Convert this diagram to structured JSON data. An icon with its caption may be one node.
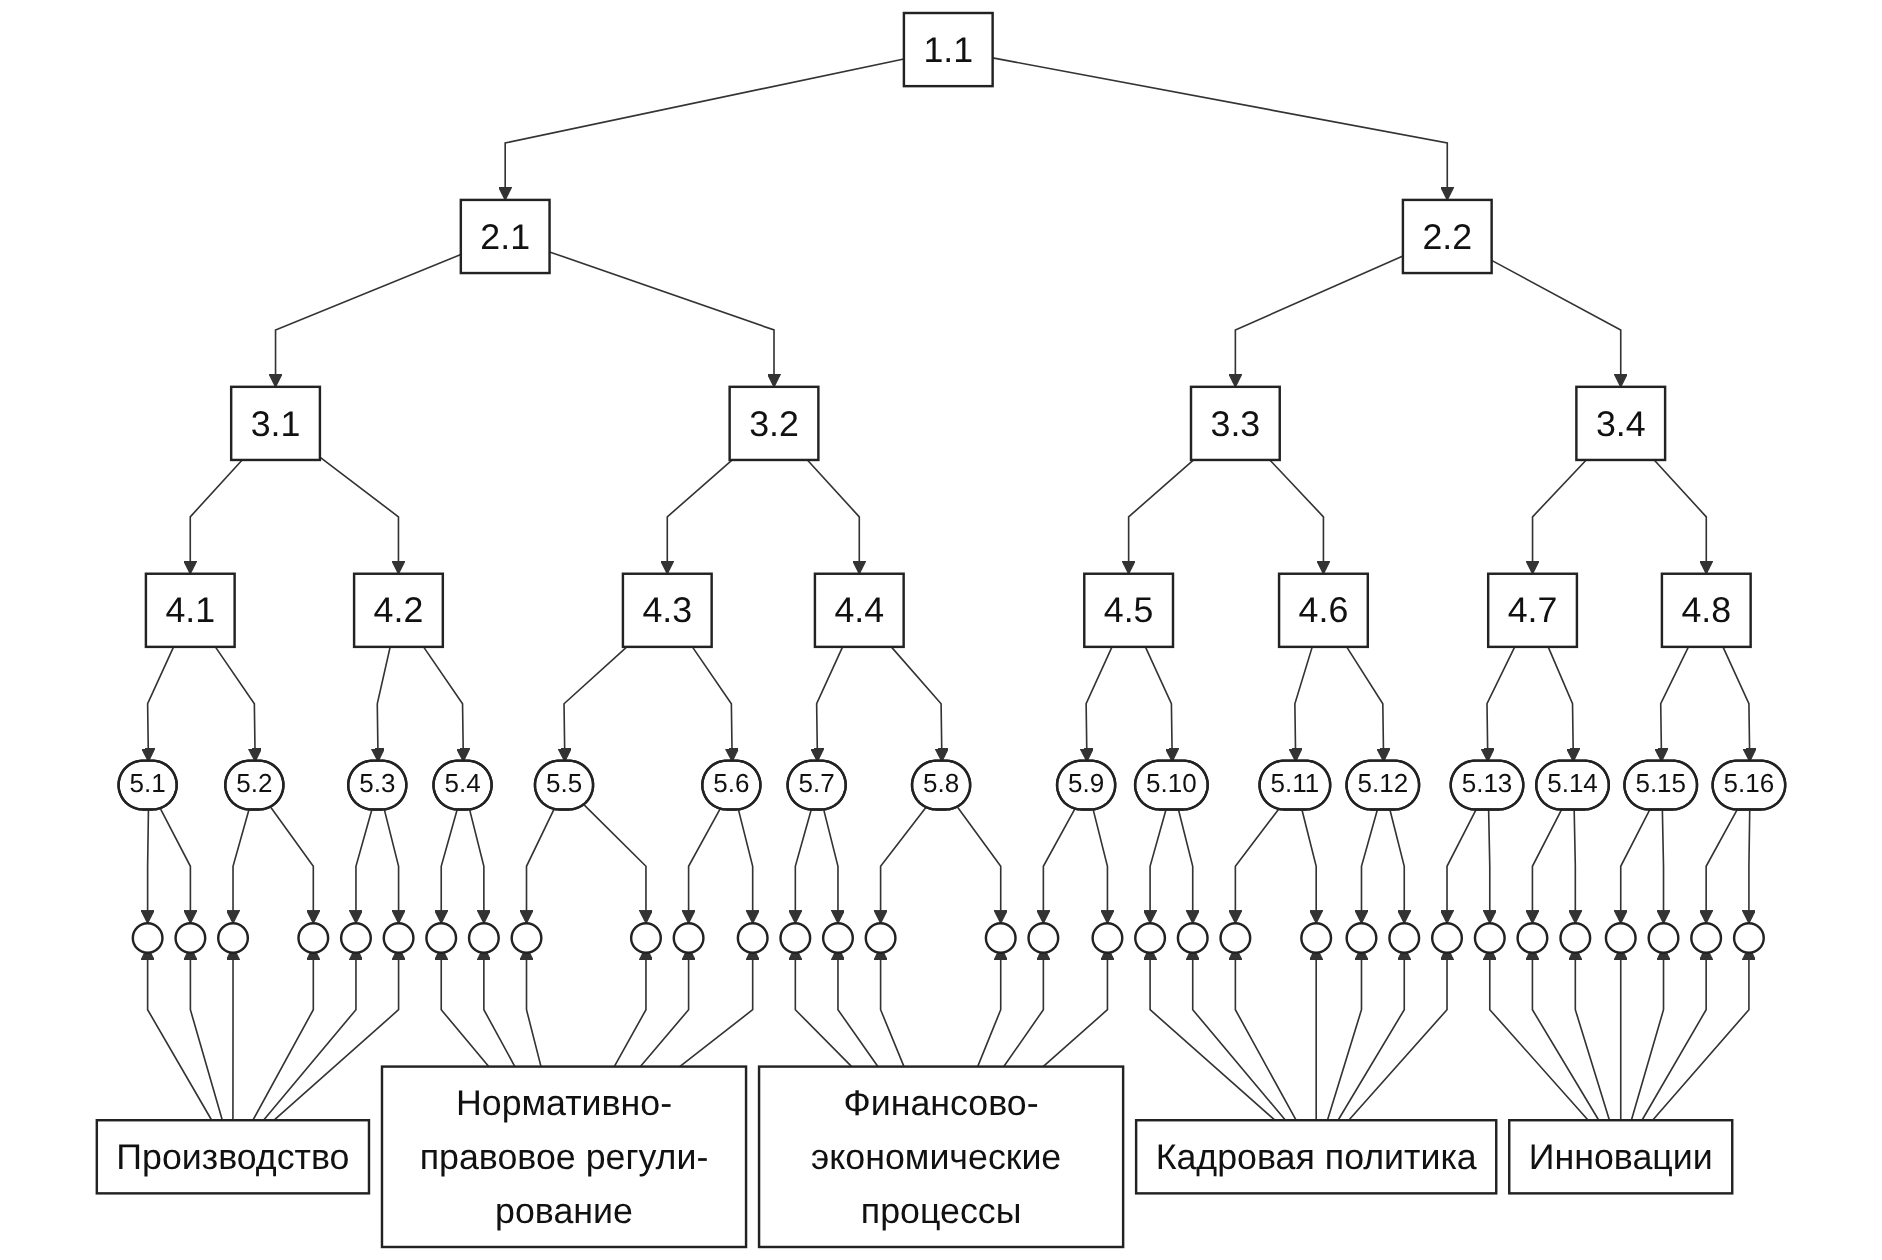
{
  "diagram": {
    "nodes": [
      {
        "text": [
          "1.1"
        ]
      },
      {
        "text": [
          "2.1"
        ]
      },
      {
        "text": [
          "2.2"
        ]
      },
      {
        "text": [
          "3.1"
        ]
      },
      {
        "text": [
          "3.2"
        ]
      },
      {
        "text": [
          "3.3"
        ]
      },
      {
        "text": [
          "3.4"
        ]
      },
      {
        "text": [
          "4.1"
        ]
      },
      {
        "text": [
          "4.2"
        ]
      },
      {
        "text": [
          "4.3"
        ]
      },
      {
        "text": [
          "4.4"
        ]
      },
      {
        "text": [
          "4.5"
        ]
      },
      {
        "text": [
          "4.6"
        ]
      },
      {
        "text": [
          "4.7"
        ]
      },
      {
        "text": [
          "4.8"
        ]
      },
      {
        "text": [
          "5.1"
        ]
      },
      {
        "text": [
          "5.2"
        ]
      },
      {
        "text": [
          "5.3"
        ]
      },
      {
        "text": [
          "5.4"
        ]
      },
      {
        "text": [
          "5.5"
        ]
      },
      {
        "text": [
          "5.6"
        ]
      },
      {
        "text": [
          "5.7"
        ]
      },
      {
        "text": [
          "5.8"
        ]
      },
      {
        "text": [
          "5.9"
        ]
      },
      {
        "text": [
          "5.10"
        ]
      },
      {
        "text": [
          "5.11"
        ]
      },
      {
        "text": [
          "5.12"
        ]
      },
      {
        "text": [
          "5.13"
        ]
      },
      {
        "text": [
          "5.14"
        ]
      },
      {
        "text": [
          "5.15"
        ]
      },
      {
        "text": [
          "5.16"
        ]
      },
      {
        "text": [],
        "shape": "circle"
      },
      {
        "text": [],
        "shape": "circle"
      },
      {
        "text": [],
        "shape": "circle"
      },
      {
        "text": [],
        "shape": "circle"
      },
      {
        "text": [],
        "shape": "circle"
      },
      {
        "text": [],
        "shape": "circle"
      },
      {
        "text": [],
        "shape": "circle"
      },
      {
        "text": [],
        "shape": "circle"
      },
      {
        "text": [],
        "shape": "circle"
      },
      {
        "text": [],
        "shape": "circle"
      },
      {
        "text": [],
        "shape": "circle"
      },
      {
        "text": [],
        "shape": "circle"
      },
      {
        "text": [],
        "shape": "circle"
      },
      {
        "text": [],
        "shape": "circle"
      },
      {
        "text": [],
        "shape": "circle"
      },
      {
        "text": [],
        "shape": "circle"
      },
      {
        "text": [],
        "shape": "circle"
      },
      {
        "text": [],
        "shape": "circle"
      },
      {
        "text": [],
        "shape": "circle"
      },
      {
        "text": [],
        "shape": "circle"
      },
      {
        "text": [],
        "shape": "circle"
      },
      {
        "text": [],
        "shape": "circle"
      },
      {
        "text": [],
        "shape": "circle"
      },
      {
        "text": [],
        "shape": "circle"
      },
      {
        "text": [],
        "shape": "circle"
      },
      {
        "text": [],
        "shape": "circle"
      },
      {
        "text": [],
        "shape": "circle"
      },
      {
        "text": [],
        "shape": "circle"
      },
      {
        "text": [],
        "shape": "circle"
      },
      {
        "text": [],
        "shape": "circle"
      },
      {
        "text": [],
        "shape": "circle"
      },
      {
        "text": [],
        "shape": "circle"
      },
      {
        "text": [
          "Производство"
        ]
      },
      {
        "text": [
          "Нормативно-правовое регули-рование"
        ]
      },
      {
        "text": [
          "Финансово-экономические процессы"
        ]
      },
      {
        "text": [
          "Кадровая политика"
        ]
      },
      {
        "text": [
          "Инновации"
        ]
      }
    ],
    "edges": [
      {
        "from": 0,
        "to": 1,
        "arrow": "to"
      },
      {
        "from": 0,
        "to": 2,
        "arrow": "to"
      },
      {
        "from": 1,
        "to": 3,
        "arrow": "to"
      },
      {
        "from": 1,
        "to": 4,
        "arrow": "to"
      },
      {
        "from": 2,
        "to": 5,
        "arrow": "to"
      },
      {
        "from": 2,
        "to": 6,
        "arrow": "to"
      },
      {
        "from": 3,
        "to": 7,
        "arrow": "to"
      },
      {
        "from": 3,
        "to": 8,
        "arrow": "to"
      },
      {
        "from": 4,
        "to": 9,
        "arrow": "to"
      },
      {
        "from": 4,
        "to": 10,
        "arrow": "to"
      },
      {
        "from": 5,
        "to": 11,
        "arrow": "to"
      },
      {
        "from": 5,
        "to": 12,
        "arrow": "to"
      },
      {
        "from": 6,
        "to": 13,
        "arrow": "to"
      },
      {
        "from": 6,
        "to": 14,
        "arrow": "to"
      },
      {
        "from": 7,
        "to": 15,
        "arrow": "to"
      },
      {
        "from": 7,
        "to": 16,
        "arrow": "to"
      },
      {
        "from": 8,
        "to": 17,
        "arrow": "to"
      },
      {
        "from": 8,
        "to": 18,
        "arrow": "to"
      },
      {
        "from": 9,
        "to": 19,
        "arrow": "to"
      },
      {
        "from": 9,
        "to": 20,
        "arrow": "to"
      },
      {
        "from": 10,
        "to": 21,
        "arrow": "to"
      },
      {
        "from": 10,
        "to": 22,
        "arrow": "to"
      },
      {
        "from": 11,
        "to": 23,
        "arrow": "to"
      },
      {
        "from": 11,
        "to": 24,
        "arrow": "to"
      },
      {
        "from": 12,
        "to": 25,
        "arrow": "to"
      },
      {
        "from": 12,
        "to": 26,
        "arrow": "to"
      },
      {
        "from": 13,
        "to": 27,
        "arrow": "to"
      },
      {
        "from": 13,
        "to": 28,
        "arrow": "to"
      },
      {
        "from": 14,
        "to": 29,
        "arrow": "to"
      },
      {
        "from": 14,
        "to": 30,
        "arrow": "to"
      },
      {
        "from": 15,
        "to": 31,
        "arrow": "to"
      },
      {
        "from": 15,
        "to": 32,
        "arrow": "to"
      },
      {
        "from": 16,
        "to": 33,
        "arrow": "to"
      },
      {
        "from": 16,
        "to": 34,
        "arrow": "to"
      },
      {
        "from": 17,
        "to": 35,
        "arrow": "to"
      },
      {
        "from": 17,
        "to": 36,
        "arrow": "to"
      },
      {
        "from": 18,
        "to": 37,
        "arrow": "to"
      },
      {
        "from": 18,
        "to": 38,
        "arrow": "to"
      },
      {
        "from": 19,
        "to": 39,
        "arrow": "to"
      },
      {
        "from": 19,
        "to": 40,
        "arrow": "to"
      },
      {
        "from": 20,
        "to": 41,
        "arrow": "to"
      },
      {
        "from": 20,
        "to": 42,
        "arrow": "to"
      },
      {
        "from": 21,
        "to": 43,
        "arrow": "to"
      },
      {
        "from": 21,
        "to": 44,
        "arrow": "to"
      },
      {
        "from": 22,
        "to": 45,
        "arrow": "to"
      },
      {
        "from": 22,
        "to": 46,
        "arrow": "to"
      },
      {
        "from": 23,
        "to": 47,
        "arrow": "to"
      },
      {
        "from": 23,
        "to": 48,
        "arrow": "to"
      },
      {
        "from": 24,
        "to": 49,
        "arrow": "to"
      },
      {
        "from": 24,
        "to": 50,
        "arrow": "to"
      },
      {
        "from": 25,
        "to": 51,
        "arrow": "to"
      },
      {
        "from": 25,
        "to": 52,
        "arrow": "to"
      },
      {
        "from": 26,
        "to": 53,
        "arrow": "to"
      },
      {
        "from": 26,
        "to": 54,
        "arrow": "to"
      },
      {
        "from": 27,
        "to": 55,
        "arrow": "to"
      },
      {
        "from": 27,
        "to": 56,
        "arrow": "to"
      },
      {
        "from": 28,
        "to": 57,
        "arrow": "to"
      },
      {
        "from": 28,
        "to": 58,
        "arrow": "to"
      },
      {
        "from": 29,
        "to": 59,
        "arrow": "to"
      },
      {
        "from": 29,
        "to": 60,
        "arrow": "to"
      },
      {
        "from": 30,
        "to": 61,
        "arrow": "to"
      },
      {
        "from": 30,
        "to": 62,
        "arrow": "to"
      },
      {
        "from": 63,
        "to": 31,
        "arrow": "to"
      },
      {
        "from": 63,
        "to": 32,
        "arrow": "to"
      },
      {
        "from": 63,
        "to": 33,
        "arrow": "to"
      },
      {
        "from": 63,
        "to": 34,
        "arrow": "to"
      },
      {
        "from": 63,
        "to": 35,
        "arrow": "to"
      },
      {
        "from": 63,
        "to": 36,
        "arrow": "to"
      },
      {
        "from": 64,
        "to": 37,
        "arrow": "to"
      },
      {
        "from": 64,
        "to": 38,
        "arrow": "to"
      },
      {
        "from": 64,
        "to": 39,
        "arrow": "to"
      },
      {
        "from": 64,
        "to": 40,
        "arrow": "to"
      },
      {
        "from": 64,
        "to": 41,
        "arrow": "to"
      },
      {
        "from": 64,
        "to": 42,
        "arrow": "to"
      },
      {
        "from": 65,
        "to": 43,
        "arrow": "to"
      },
      {
        "from": 65,
        "to": 44,
        "arrow": "to"
      },
      {
        "from": 65,
        "to": 45,
        "arrow": "to"
      },
      {
        "from": 65,
        "to": 46,
        "arrow": "to"
      },
      {
        "from": 65,
        "to": 47,
        "arrow": "to"
      },
      {
        "from": 65,
        "to": 48,
        "arrow": "to"
      },
      {
        "from": 66,
        "to": 49,
        "arrow": "to"
      },
      {
        "from": 66,
        "to": 50,
        "arrow": "to"
      },
      {
        "from": 66,
        "to": 51,
        "arrow": "to"
      },
      {
        "from": 66,
        "to": 52,
        "arrow": "to"
      },
      {
        "from": 66,
        "to": 53,
        "arrow": "to"
      },
      {
        "from": 66,
        "to": 54,
        "arrow": "to"
      },
      {
        "from": 66,
        "to": 55,
        "arrow": "to"
      },
      {
        "from": 67,
        "to": 56,
        "arrow": "to"
      },
      {
        "from": 67,
        "to": 57,
        "arrow": "to"
      },
      {
        "from": 67,
        "to": 58,
        "arrow": "to"
      },
      {
        "from": 67,
        "to": 59,
        "arrow": "to"
      },
      {
        "from": 67,
        "to": 60,
        "arrow": "to"
      },
      {
        "from": 67,
        "to": 61,
        "arrow": "to"
      },
      {
        "from": 67,
        "to": 62,
        "arrow": "to"
      }
    ]
  }
}
